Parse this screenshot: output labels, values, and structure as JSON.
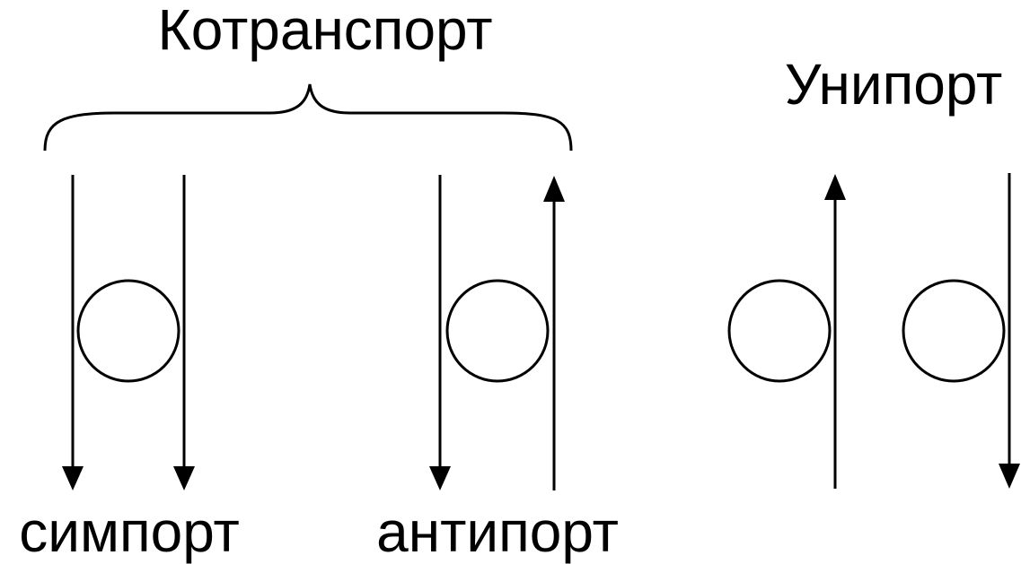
{
  "labels": {
    "cotransport": "Котранспорт",
    "uniport": "Унипорт",
    "symport": "симпорт",
    "antiport": "антипорт"
  },
  "colors": {
    "line": "#000000",
    "background": "#ffffff"
  }
}
